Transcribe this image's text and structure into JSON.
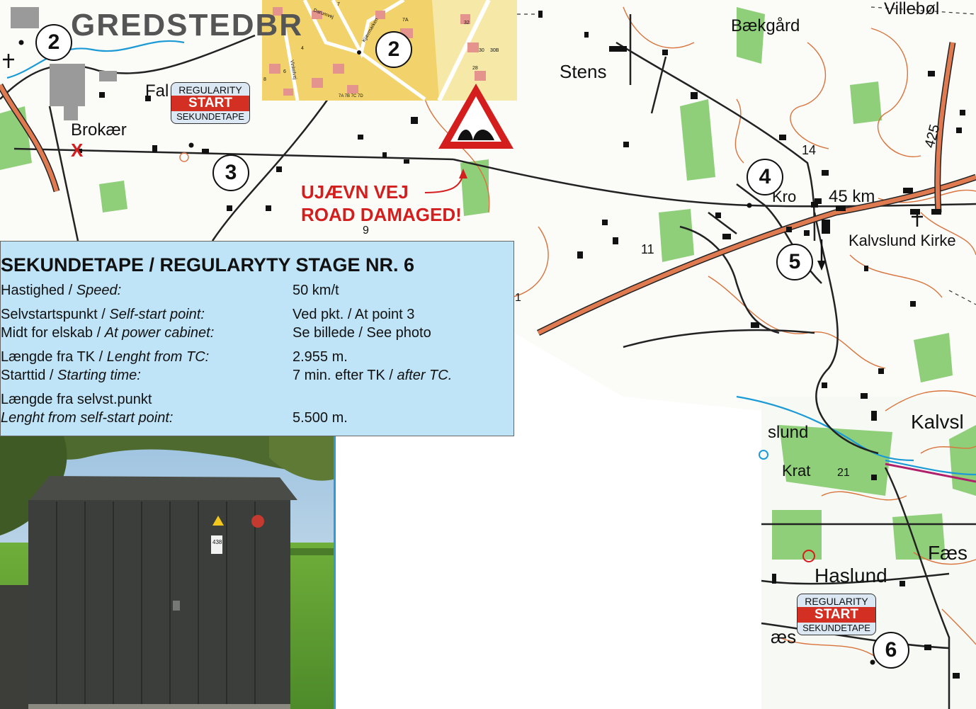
{
  "map_labels": {
    "gredstedbro": "GREDSTEDBR",
    "falk": "Fal",
    "brokaer": "Brokær",
    "x_mark": "X",
    "stens": "Stens",
    "baekgard": "Bækgård",
    "villebol": "Villebøl",
    "kro": "Kro",
    "km45": "45 km",
    "kalvslund_kirke": "Kalvslund Kirke",
    "kalvslund": "Kalvsl",
    "islund": "slund",
    "krat": "Krat",
    "haslund": "Haslund",
    "faes": "Fæs",
    "aes": "æs",
    "n14": "14",
    "n11": "11",
    "n9": "9",
    "n21": "21",
    "n425": "425",
    "n1": "1"
  },
  "inset_labels": {
    "darumvej": "Darumvej",
    "kjaermarken": "Kjærmarken",
    "vinkelvej": "Vinkelvej",
    "h7": "7",
    "h7a": "7A",
    "h32": "32",
    "h8": "8",
    "h6": "6",
    "h4": "4",
    "h7abcd": "7A 7B 7C 7D",
    "h30": "30",
    "h30b": "30B",
    "h28": "28"
  },
  "waypoints": {
    "p2a": "2",
    "p2b": "2",
    "p3": "3",
    "p4": "4",
    "p5": "5",
    "p6": "6"
  },
  "badge": {
    "top": "REGULARITY",
    "mid": "START",
    "bottom": "SEKUNDETAPE"
  },
  "warning": {
    "line1": "UJÆVN VEJ",
    "line2": "ROAD DAMAGED!"
  },
  "info": {
    "title": "SEKUNDETAPE / REGULARYTY STAGE NR. 6",
    "speed_da": "Hastighed / ",
    "speed_en": "Speed:",
    "speed_val": "50 km/t",
    "selfstart_da": "Selvstartspunkt / ",
    "selfstart_en": "Self-start point:",
    "selfstart_val": "Ved pkt. / At point 3",
    "cabinet_da": "Midt for elskab  / ",
    "cabinet_en": "At power cabinet:",
    "cabinet_val": "Se billede / See photo",
    "length_da": "Længde fra TK / ",
    "length_en": "Lenght from TC:",
    "length_val": "2.955 m.",
    "start_da": "Starttid / ",
    "start_en": "Starting time:",
    "start_val_a": "7 min. efter TK / ",
    "start_val_b": "after TC.",
    "selflen_da": "Længde fra selvst.punkt",
    "selflen_en": "Lenght from self-start point:",
    "selflen_val": "5.500 m."
  },
  "cabinet": {
    "number": "438"
  },
  "colors": {
    "road_main": "#e07a50",
    "contour": "#d9733b",
    "forest": "#8fcf7a",
    "water": "#1c9ad6",
    "info_bg": "#bfe4f7",
    "badge_red": "#d42f23",
    "warning_red": "#d41e1e",
    "inset_bg": "#f2d36b"
  },
  "icons": [
    "bump-warning-icon",
    "direction-arrow-icon",
    "church-icon"
  ]
}
